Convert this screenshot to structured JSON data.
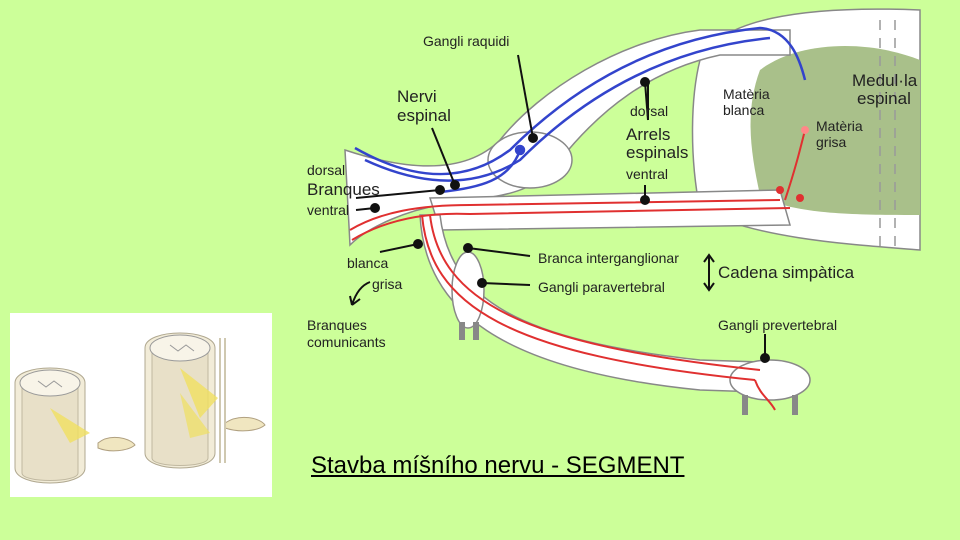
{
  "labels": {
    "gangli_raquidi": "Gangli raquidi",
    "nervi": "Nervi",
    "espinal": "espinal",
    "materia_blanca_1": "Matèria",
    "materia_blanca_2": "blanca",
    "medulla_1": "Medul·la",
    "medulla_2": "espinal",
    "materia_grisa_1": "Matèria",
    "materia_grisa_2": "grisa",
    "dorsal_arrels": "dorsal",
    "arrels_1": "Arrels",
    "arrels_2": "espinals",
    "ventral_arrels": "ventral",
    "dorsal_branques": "dorsal",
    "branques": "Branques",
    "ventral_branques": "ventral",
    "blanca": "blanca",
    "grisa": "grisa",
    "branques_comunicants_1": "Branques",
    "branques_comunicants_2": "comunicants",
    "branca_interganglionar": "Branca interganglionar",
    "gangli_paravertebral": "Gangli paravertebral",
    "cadena_simpatica": "Cadena simpàtica",
    "gangli_prevertebral": "Gangli prevertebral"
  },
  "caption": "Stavba  míšního nervu - SEGMENT",
  "colors": {
    "background": "#ccff99",
    "sensory": "#3344cc",
    "motor": "#e03030",
    "grey_matter": "#a9c08a"
  }
}
